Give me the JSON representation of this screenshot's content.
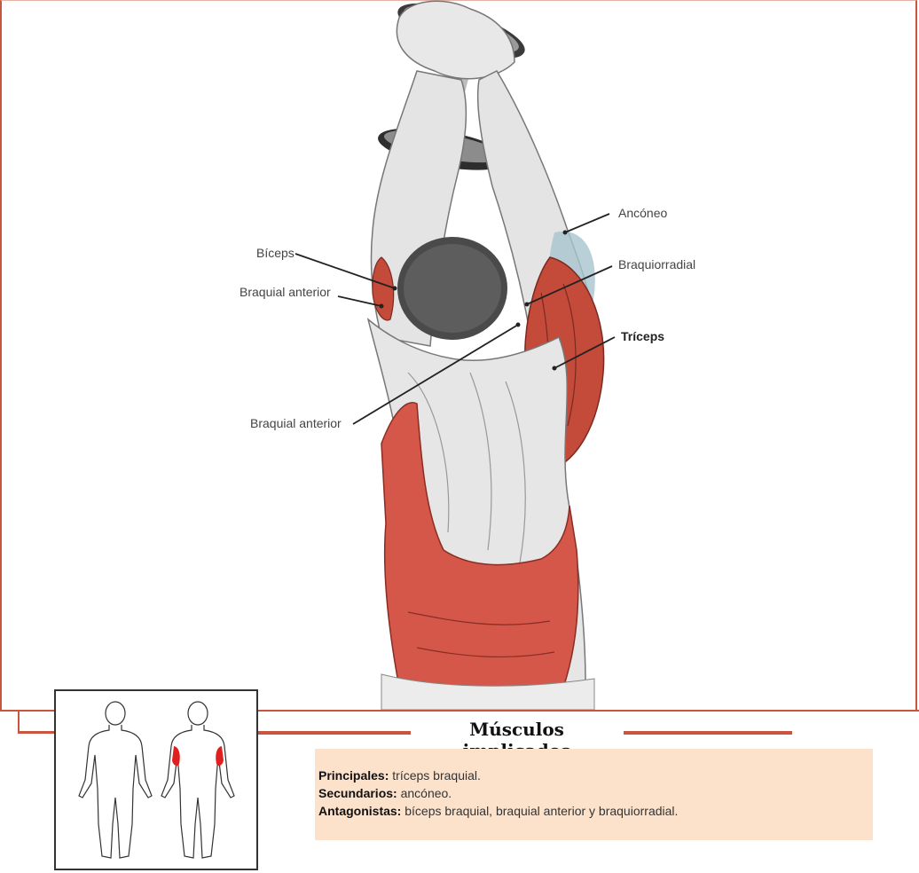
{
  "labels": {
    "biceps": "Bíceps",
    "braquial_anterior_1": "Braquial anterior",
    "braquial_anterior_2": "Braquial anterior",
    "anconeo": "Ancóneo",
    "braquiorradial": "Braquiorradial",
    "triceps": "Tríceps"
  },
  "section": {
    "heading": "Músculos implicados",
    "principales_label": "Principales:",
    "principales_value": " tríceps braquial.",
    "secundarios_label": "Secundarios:",
    "secundarios_value": " ancóneo.",
    "antagonistas_label": "Antagonistas:",
    "antagonistas_value": " bíceps braquial, braquial anterior y braquiorradial."
  },
  "colors": {
    "accent": "#c8553f",
    "muscle_highlight": "#c44a3a",
    "tank_top": "#d4574a",
    "panel_bg": "#fde2cb"
  }
}
